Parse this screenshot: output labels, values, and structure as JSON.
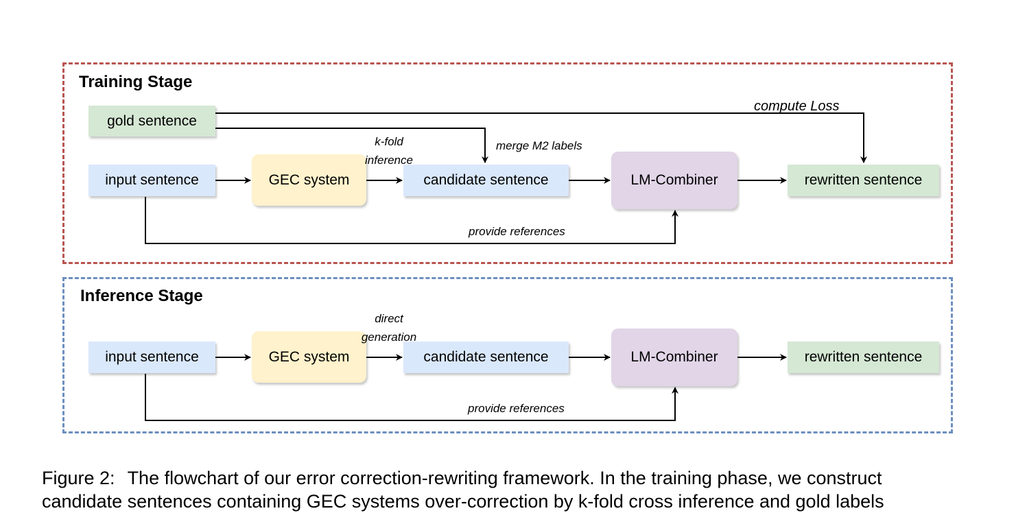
{
  "colors": {
    "training_border": "#b85450",
    "inference_border": "#6c8ebf",
    "green_fill": "#d5e8d4",
    "blue_fill": "#dae8fc",
    "yellow_fill": "#fff2cc",
    "purple_fill": "#e1d5e7"
  },
  "training": {
    "title": "Training Stage",
    "nodes": {
      "gold": "gold sentence",
      "input": "input sentence",
      "gec": "GEC system",
      "candidate": "candidate sentence",
      "lm": "LM-Combiner",
      "rewritten": "rewritten sentence"
    },
    "labels": {
      "compute_loss": "compute Loss",
      "kfold_1": "k-fold",
      "kfold_2": "inference",
      "merge": "merge M2 labels",
      "provide": "provide references"
    }
  },
  "inference": {
    "title": "Inference Stage",
    "nodes": {
      "input": "input sentence",
      "gec": "GEC system",
      "candidate": "candidate sentence",
      "lm": "LM-Combiner",
      "rewritten": "rewritten sentence"
    },
    "labels": {
      "direct_1": "direct",
      "direct_2": "generation",
      "provide": "provide references"
    }
  },
  "caption": {
    "label": "Figure 2:",
    "line1": "The flowchart of our error correction-rewriting framework. In the training phase, we construct",
    "line2": "candidate sentences containing GEC systems over-correction by k-fold cross inference and gold labels"
  }
}
